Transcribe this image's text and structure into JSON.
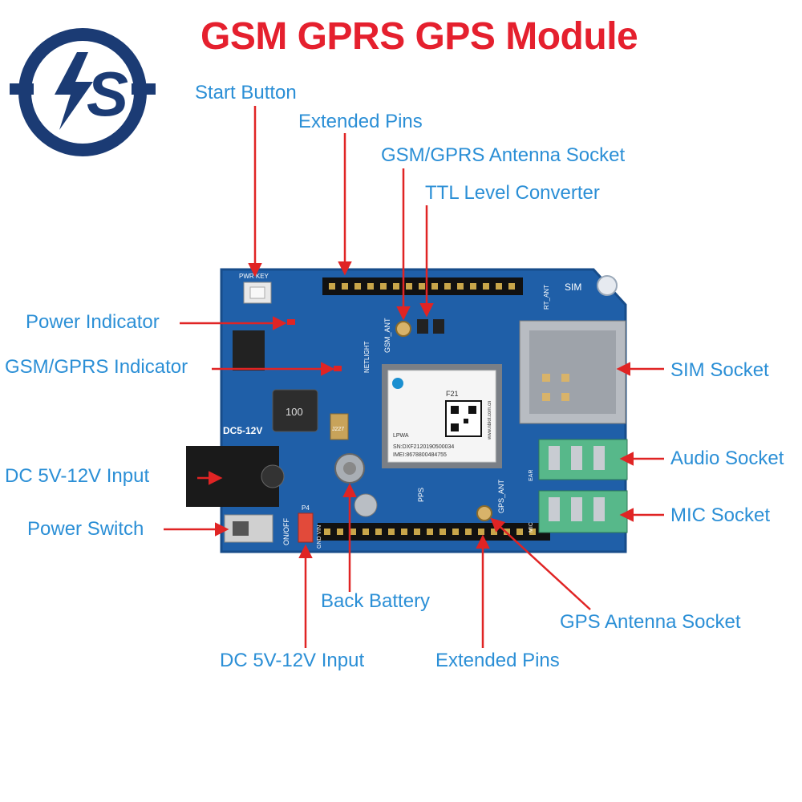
{
  "title": "GSM GPRS GPS Module",
  "logo": {
    "icon": "lightning-s-logo-icon",
    "text": "S",
    "color": "#1b3b74"
  },
  "colors": {
    "title": "#e5202e",
    "label": "#2b8fd6",
    "arrow": "#e02424",
    "pcb": "#1f5fa8"
  },
  "labels": {
    "start_button": "Start Button",
    "extended_pins_top": "Extended Pins",
    "gsm_antenna_socket": "GSM/GPRS Antenna Socket",
    "ttl_converter": "TTL Level Converter",
    "power_indicator": "Power Indicator",
    "gsm_indicator": "GSM/GPRS Indicator",
    "sim_socket": "SIM Socket",
    "dc_input_left": "DC 5V-12V Input",
    "audio_socket": "Audio Socket",
    "mic_socket": "MIC Socket",
    "power_switch": "Power Switch",
    "back_battery": "Back Battery",
    "gps_antenna_socket": "GPS Antenna Socket",
    "dc_input_bottom": "DC 5V-12V Input",
    "extended_pins_bottom": "Extended Pins"
  },
  "board_text": {
    "pwr_key": "PWR KEY",
    "sim": "SIM",
    "gsm_ant": "GSM_ANT",
    "rt_ant": "RT_ANT",
    "gps_ant": "GPS_ANT",
    "netlight": "NETLIGHT",
    "dc_range": "DC5-12V",
    "inductor": "100",
    "on_off": "ON/OFF",
    "pps": "PPS",
    "p4": "P4",
    "vin": "GND VIN",
    "chip_model": "LPWA",
    "chip_sn": "SN:DXF2120190500034",
    "chip_imei": "IMEI:8678800484755",
    "chip_site": "www.nbiot.com.cn",
    "chip_name": "F21",
    "j227": "J227",
    "mic": "MIC",
    "ear": "EAR"
  }
}
